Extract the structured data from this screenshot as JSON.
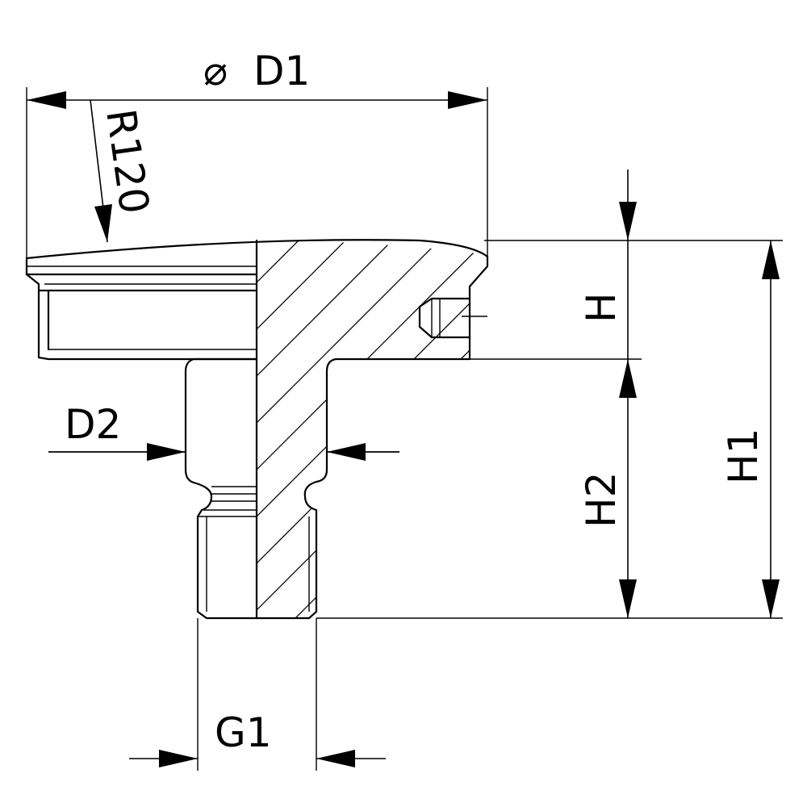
{
  "labels": {
    "d1_symbol": "⌀",
    "d1": "D1",
    "r": "R120",
    "h": "H",
    "h1": "H1",
    "h2": "H2",
    "d2": "D2",
    "g1": "G1"
  }
}
